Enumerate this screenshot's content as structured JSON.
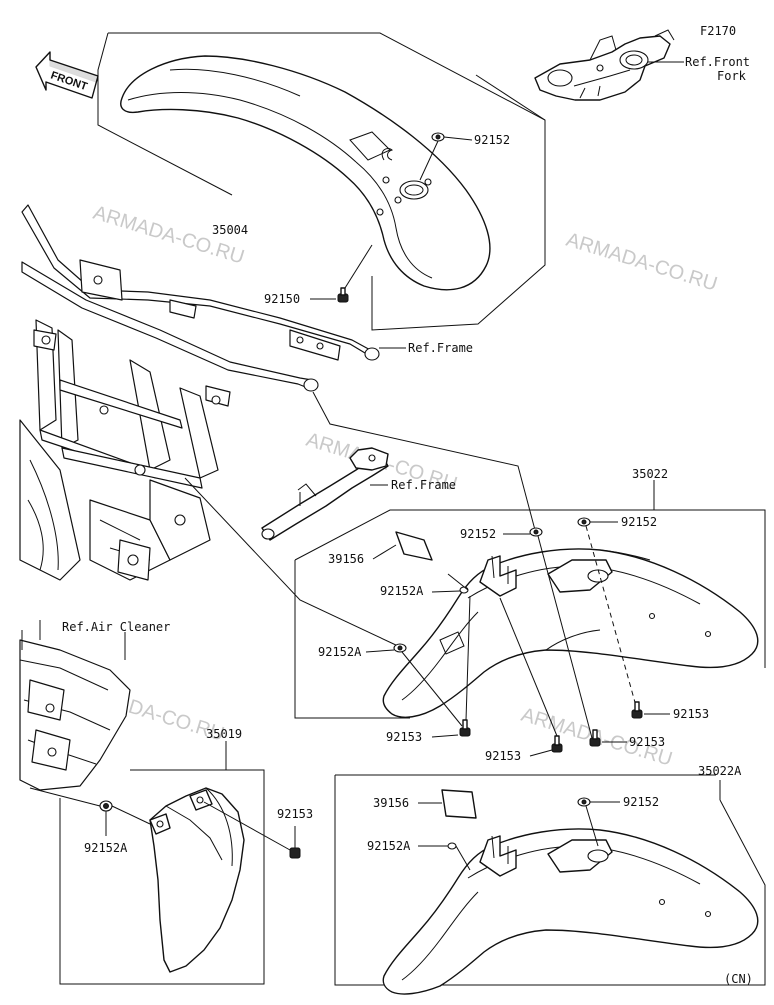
{
  "diagram": {
    "catalog_code": "F2170",
    "footer_region": "(CN)",
    "front_label": "FRONT",
    "watermark": "ARMADA-CO.RU",
    "part_numbers": {
      "front_fender": "35004",
      "rear_fender": "35022",
      "rear_fender_a": "35022A",
      "flap": "35019",
      "pad": "39156",
      "nut": "92152",
      "nut_a": "92152A",
      "bolt": "92153",
      "bolt_front": "92150"
    },
    "references": {
      "front_fork": "Ref.Front Fork",
      "front_fork_line1": "Ref.Front",
      "front_fork_line2": "Fork",
      "frame": "Ref.Frame",
      "air_cleaner": "Ref.Air Cleaner"
    }
  }
}
